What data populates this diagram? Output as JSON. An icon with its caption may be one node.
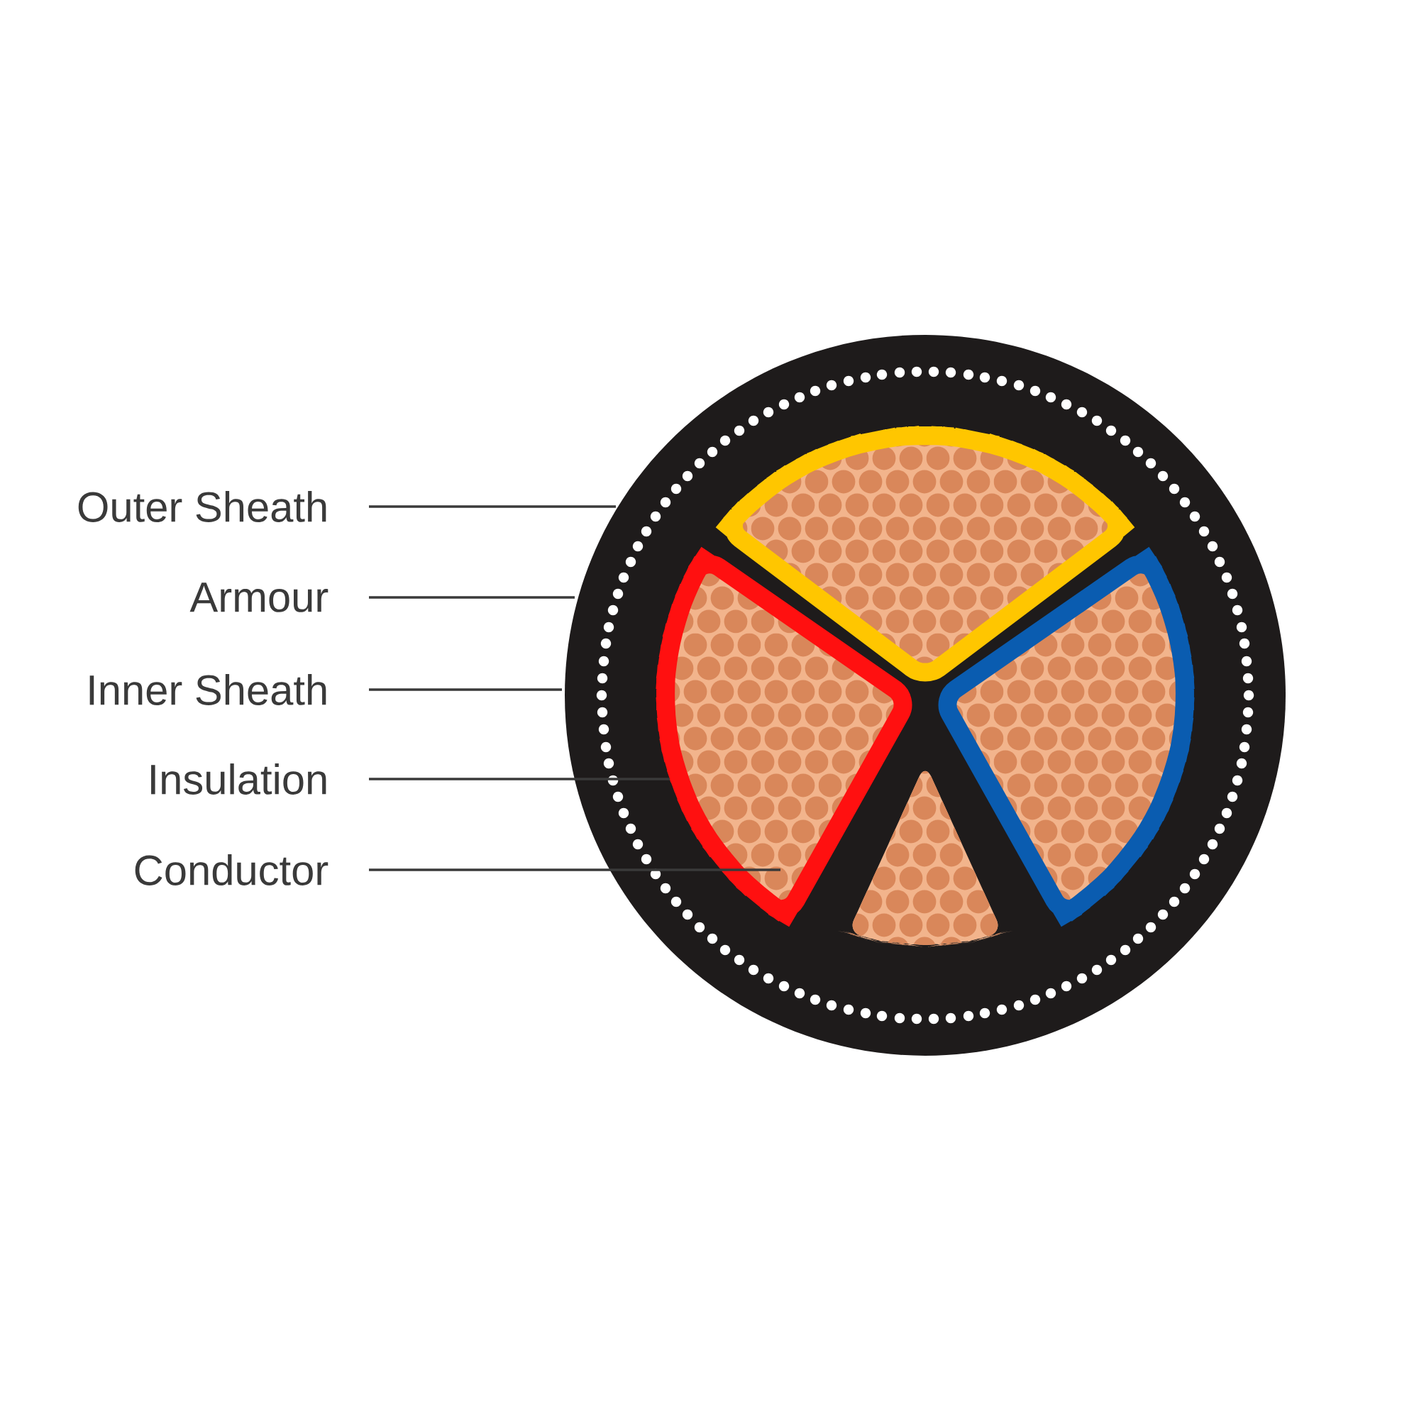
{
  "diagram": {
    "nodes": [
      {
        "text": [
          "Outer Sheath"
        ]
      },
      {
        "text": [
          "Armour"
        ]
      },
      {
        "text": [
          "Inner Sheath"
        ]
      },
      {
        "text": [
          "Insulation"
        ]
      },
      {
        "text": [
          "Conductor"
        ]
      }
    ],
    "edges": [
      {
        "from": 0,
        "to": null,
        "arrow": "none"
      },
      {
        "from": 1,
        "to": null,
        "arrow": "none"
      },
      {
        "from": 2,
        "to": null,
        "arrow": "none"
      },
      {
        "from": 3,
        "to": null,
        "arrow": "none"
      },
      {
        "from": 4,
        "to": null,
        "arrow": "none"
      }
    ]
  }
}
